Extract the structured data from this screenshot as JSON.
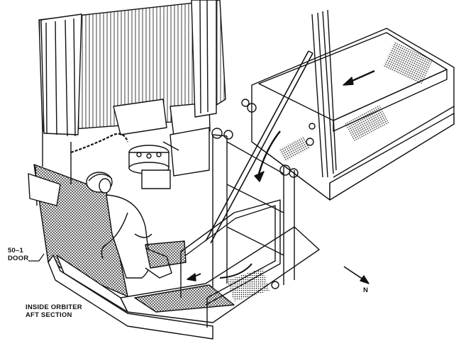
{
  "labels": {
    "door_line1": "50–1",
    "door_line2": "DOOR",
    "inside_line1": "INSIDE ORBITER",
    "inside_line2": "AFT SECTION",
    "north": "N"
  },
  "colors": {
    "ink": "#111111",
    "paper": "#ffffff"
  }
}
